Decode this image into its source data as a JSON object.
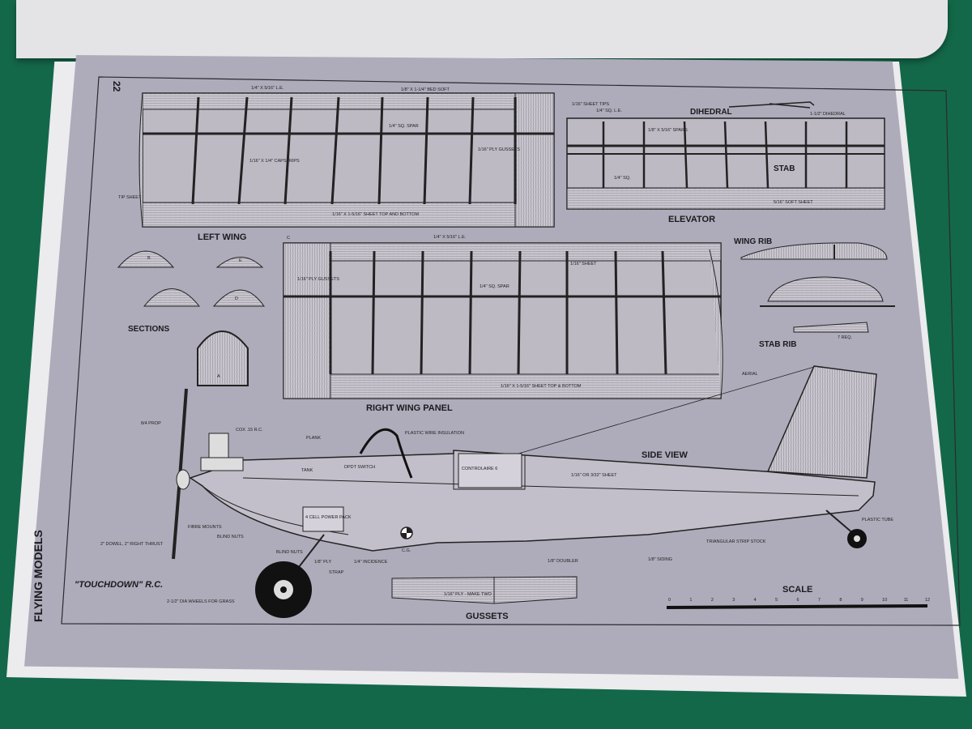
{
  "page": {
    "number": "22",
    "magazine": "FLYING MODELS",
    "plan_title": "\"TOUCHDOWN\" R.C."
  },
  "views": {
    "left_wing": "LEFT WING",
    "elevator": "ELEVATOR",
    "dihedral": "DIHEDRAL",
    "stab": "STAB",
    "wing_rib": "WING RIB",
    "stab_rib": "STAB RIB",
    "sections": "SECTIONS",
    "right_wing_panel": "RIGHT WING PANEL",
    "side_view": "SIDE VIEW",
    "gussets": "GUSSETS",
    "scale": "SCALE"
  },
  "notes": {
    "le_top": "1/4\" X 5/16\" L.E.",
    "te_top": "1/8\" X 1-1/4\" BED SOFT",
    "sq_spar_left": "1/4\" SQ. SPAR",
    "capstrips": "1/16\" X 1/4\" CAPSTRIPS",
    "ply_gussets_left": "1/16\" PLY GUSSETS",
    "tip_sheet": "TIP SHEET",
    "sheet_top_bottom_left": "1/16\" X 1-5/16\" SHEET TOP AND BOTTOM",
    "sheet_tips": "1/16\" SHEET TIPS",
    "sq_le_elev": "1/4\" SQ. L.E.",
    "dihedral_note": "1-1/2\" DIHEDRAL",
    "spars_elev": "1/8\" X 5/16\" SPARS",
    "sq_elev": "1/4\" SQ.",
    "soft_sheet": "5/16\" SOFT SHEET",
    "le_right": "1/4\" X 5/16\" L.E.",
    "sheet_right": "1/16\" SHEET",
    "ply_gussets_right": "1/16\" PLY GUSSETS",
    "sq_spar_right": "1/4\" SQ. SPAR",
    "sheet_top_bottom_right": "1/16\" X 1-5/16\" SHEET TOP & BOTTOM",
    "req": "7 REQ.",
    "aerial": "AERIAL",
    "prop": "8/4 PROP",
    "engine": "COX .15 R.C.",
    "plank": "PLANK",
    "wire_insulation": "PLASTIC WIRE INSULATION",
    "tank": "TANK",
    "dpdt": "DPDT SWITCH",
    "controlaire": "CONTROLAIRE 6",
    "sheet_side": "1/16\" OR 3/32\" SHEET",
    "plastic_tube": "PLASTIC TUBE",
    "fibre_mounts": "FIBRE MOUNTS",
    "blind_nuts_front": "BLIND NUTS",
    "dowel": "2\" DOWEL, 2\" RIGHT THRUST",
    "power_pack": "4 CELL POWER PACK",
    "cg": "C.G.",
    "triangular": "TRIANGULAR STRIP STOCK",
    "doubler": "1/8\" DOUBLER",
    "siding": "1/8\" SIDING",
    "blind_nuts": "BLIND NUTS",
    "ply": "1/8\" PLY",
    "incidence": "1/4\" INCIDENCE",
    "strap": "STRAP",
    "wheels": "2-1/2\" DIA WHEELS FOR GRASS",
    "ply_make_two": "1/16\" PLY - MAKE TWO",
    "sec_a": "A",
    "sec_b": "B",
    "sec_c": "C",
    "sec_d": "D",
    "sec_e": "E"
  },
  "scale_ticks": [
    "0",
    "1",
    "2",
    "3",
    "4",
    "5",
    "6",
    "7",
    "8",
    "9",
    "10",
    "11",
    "12"
  ]
}
